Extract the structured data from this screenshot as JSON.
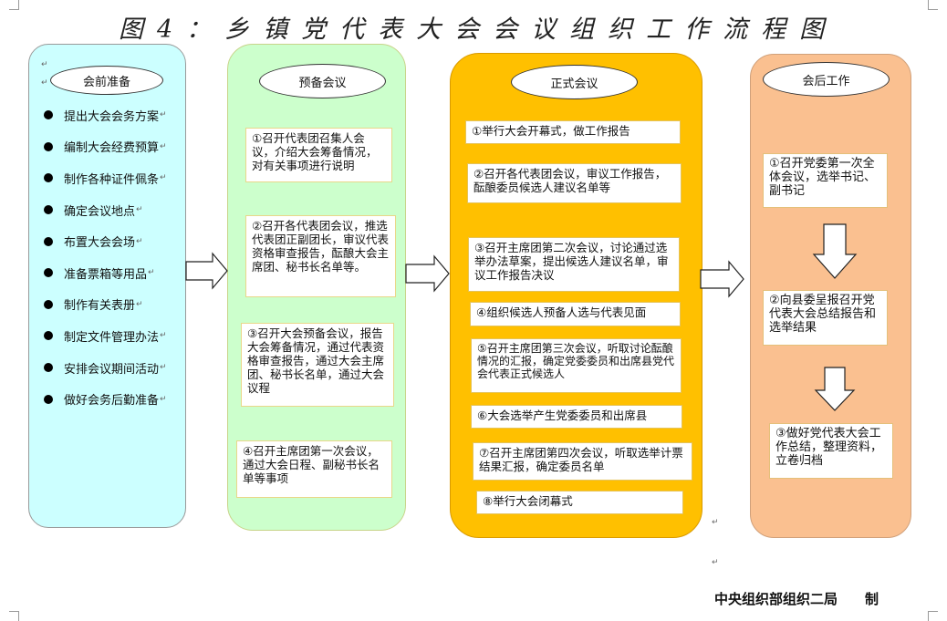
{
  "title": "图4：乡镇党代表大会会议组织工作流程图",
  "columns": {
    "prep": {
      "header": "会前准备",
      "items": [
        "提出大会会务方案",
        "编制大会经费预算",
        "制作各种证件佩条",
        "确定会议地点",
        "布置大会会场",
        "准备票箱等用品",
        "制作有关表册",
        "制定文件管理办法",
        "安排会议期间活动",
        "做好会务后勤准备"
      ]
    },
    "preparatory": {
      "header": "预备会议",
      "boxes": [
        "①召开代表团召集人会议，介绍大会筹备情况，对有关事项进行说明",
        "②召开各代表团会议，推选代表团正副团长，审议代表资格审查报告，酝酿大会主席团、秘书长名单等。",
        "③召开大会预备会议，报告大会筹备情况，通过代表资格审查报告，通过大会主席团、秘书长名单，通过大会议程",
        "④召开主席团第一次会议，通过大会日程、副秘书长名单等事项"
      ]
    },
    "formal": {
      "header": "正式会议",
      "boxes": [
        "①举行大会开幕式，做工作报告",
        "②召开各代表团会议，审议工作报告，酝酿委员候选人建议名单等",
        "③召开主席团第二次会议，讨论通过选举办法草案，提出候选人建议名单，审议工作报告决议",
        "④组织候选人预备人选与代表见面",
        "⑤召开主席团第三次会议，听取讨论酝酿情况的汇报，确定党委委员和出席县党代会代表正式候选人",
        "⑥大会选举产生党委委员和出席县",
        "⑦召开主席团第四次会议，听取选举计票结果汇报，确定委员名单",
        "⑧举行大会闭幕式"
      ]
    },
    "after": {
      "header": "会后工作",
      "boxes": [
        "①召开党委第一次全体会议，选举书记、副书记",
        "②向县委呈报召开党代表大会总结报告和选举结果",
        "③做好党代表大会工作总结，整理资料，立卷归档"
      ]
    }
  },
  "footer": "中央组织部组织二局　　制",
  "colors": {
    "prep_fill": "#ccffff",
    "preparatory_fill": "#ccffcc",
    "formal_fill": "#ffc000",
    "after_fill": "#fac090",
    "box_fill": "#ffffff"
  }
}
